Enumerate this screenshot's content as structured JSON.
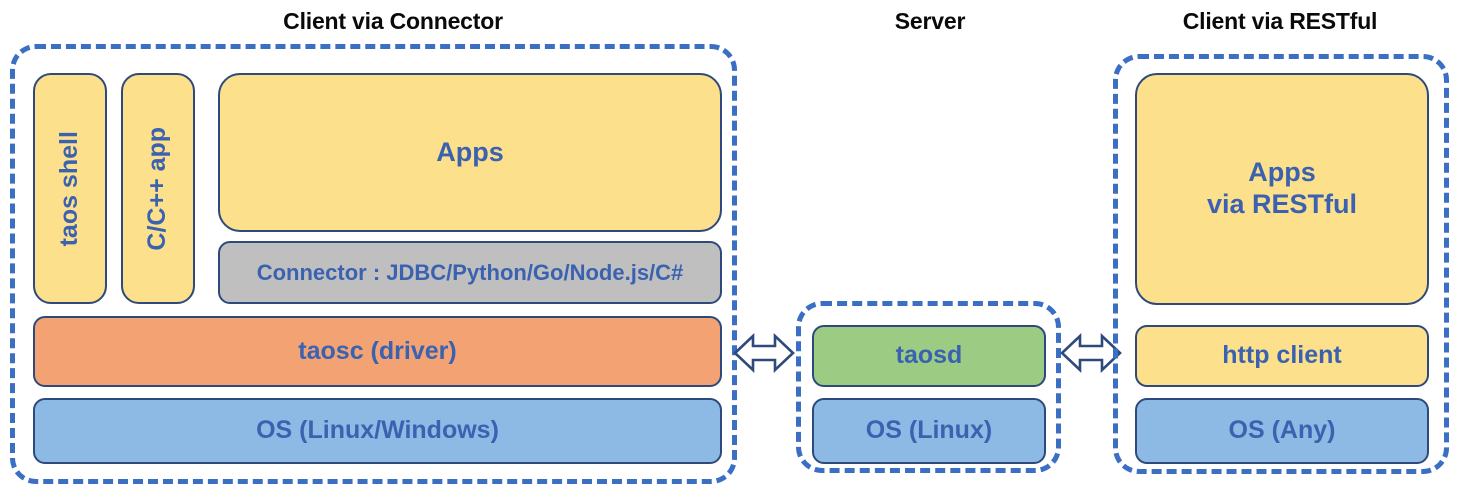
{
  "diagram": {
    "title_color": "#0a0a0a",
    "accent_dashed": "#3b6fc4",
    "box_outline": "#2e4a7d",
    "label_color": "#3b62b0",
    "colors": {
      "yellow": "#fce08c",
      "blue": "#8dbae4",
      "orange": "#f3a273",
      "green": "#9ccc84",
      "gray": "#bfbfbf"
    }
  },
  "sections": {
    "client_connector": {
      "title": "Client via Connector",
      "boxes": {
        "taos_shell": "taos shell",
        "c_cpp_app": "C/C++ app",
        "apps": "Apps",
        "connector": "Connector : JDBC/Python/Go/Node.js/C#",
        "taosc": "taosc (driver)",
        "os": "OS (Linux/Windows)"
      }
    },
    "server": {
      "title": "Server",
      "boxes": {
        "taosd": "taosd",
        "os": "OS (Linux)"
      }
    },
    "client_restful": {
      "title": "Client via RESTful",
      "boxes": {
        "apps": "Apps\nvia RESTful",
        "http_client": "http client",
        "os": "OS (Any)"
      }
    }
  },
  "connectors": {
    "left_arrow": "double-headed-arrow",
    "right_arrow": "double-headed-arrow"
  }
}
